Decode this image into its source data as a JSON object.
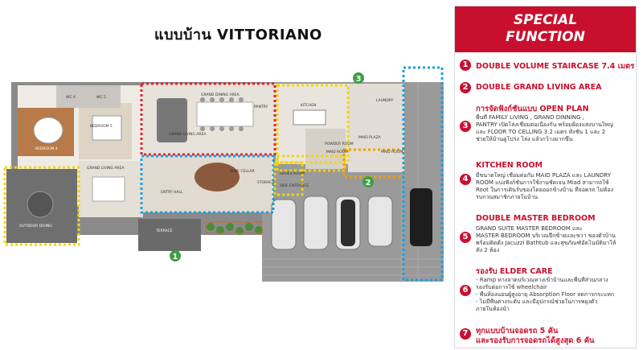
{
  "title": "แบบบ้าน VITTORIANO",
  "plan": {
    "rooms": {
      "wc4": "WC 4",
      "wc5": "WC 5",
      "bedroom4": "BEDROOM 4",
      "bedroom5": "BEDROOM 5",
      "grand_dining": "GRAND DINING AREA",
      "pantry": "PANTRY",
      "kitchen": "KITCHEN",
      "laundry": "LAUNDRY",
      "maid_plaza": "MAID PLAZA",
      "maid_room": "MAID ROOM",
      "maid_room2": "MAID ROOM",
      "grand_living": "GRAND LIVING AREA",
      "grand_living_area": "GRAND LIVING AREA",
      "outdoor_dining": "OUTDOOR DIVING",
      "entry_hall": "ENTRY HALL",
      "wine_cellar": "WINE CELLAR",
      "storage": "STORAGE",
      "powder_room": "POWDER ROOM",
      "shoes_room": "SHOES ROOM",
      "side_entrance": "SIDE ENTRANCE",
      "terrace": "TERRACE"
    },
    "markers": [
      "1",
      "2",
      "3"
    ],
    "colors": {
      "red": "#e8202e",
      "blue": "#1aa0e0",
      "yellow": "#f2d600",
      "orange": "#f0a000",
      "green": "#3aa041"
    }
  },
  "panel": {
    "heading_line1": "SPECIAL",
    "heading_line2": "FUNCTION",
    "features": [
      {
        "num": "1",
        "title": "DOUBLE VOLUME STAIRCASE 7.4 เมตร",
        "desc": []
      },
      {
        "num": "2",
        "title": "DOUBLE GRAND LIVING AREA",
        "desc": []
      },
      {
        "num": "3",
        "title": "การจัดฟังก์ชันแบบ OPEN PLAN",
        "desc": [
          "พื้นที่ FAMILY LIVING , GRAND DINNING ,",
          "PANTRY เปิดโล่งเชื่อมต่อเนื่องกัน พร้อมฝ้องแสงบานใหญ่",
          "และ FLOOR TO CELLING 3.2 เมตร ทั้งชั้น 1 และ 2",
          "ช่วยให้บ้านดูโปร่ง โล่ง แล้วกว้างมากขึ้น"
        ]
      },
      {
        "num": "4",
        "title": "KITCHEN ROOM",
        "desc": [
          "มีขนาดใหญ่ เชื่อมต่อกับ MAID PLAZA และ LAUNDRY",
          "ROOM แบ่งฟังก์ชันการใช้งานชัดเจน Miad สามารถใช้",
          "Root ในการเดินรับของโดยออกข้างบ้าน ที่จอดรถ ไม่ต้อง",
          "รบกวนสมาชิกภายในบ้าน"
        ]
      },
      {
        "num": "5",
        "title": "DOUBLE MASTER BEDROOM",
        "desc": [
          "GRAND SUITE MASTER BEDROOM และ",
          "MASTER BEDROOM บริเวณปีกซ้ายและขวา ของตัวบ้าน",
          "พร้อมติดตั้ง Jacuzzi Bathtub และสุขภัณฑ์อัตโนมัติมาให้",
          "ทั้ง 2 ห้อง"
        ]
      },
      {
        "num": "6",
        "title": "รองรับ ELDER CARE",
        "desc": [
          "- Ramp ทางลาดบริเวณทางเข้าบ้านและพื้นที่ส่วนกลาง",
          "  รองรับต่อการใช้ wheelchair",
          "- พื้นห้องนอนผู้สูงอายุ Absorption Floor ลดการกระแทก",
          "- ไม่มีพื้นต่างระดับ และมีอุปกรณ์ช่วยในการพยุงตัว",
          "  ภายในห้องน้ำ"
        ]
      },
      {
        "num": "7",
        "title": "ทุกแบบบ้านจอดรถ 5 คัน",
        "title2": "และรองรับการจอดรถได้สูงสุด 6 คัน",
        "desc": []
      }
    ]
  }
}
